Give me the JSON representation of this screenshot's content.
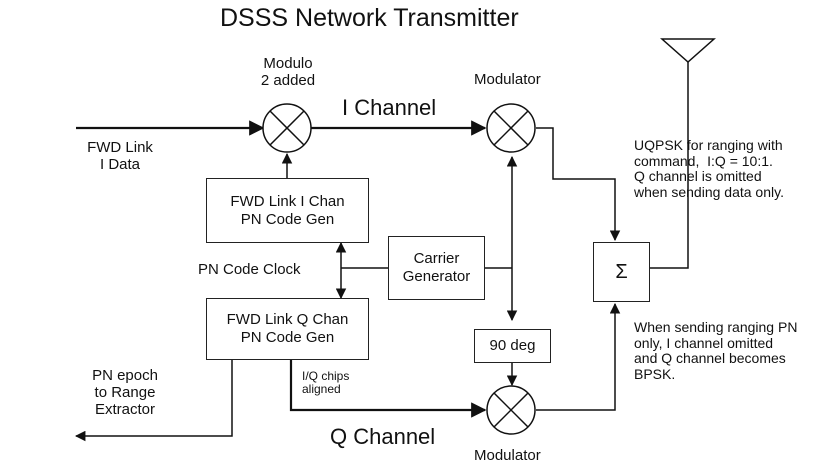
{
  "title": "DSSS Network Transmitter",
  "labels": {
    "modulo": "Modulo\n2 added",
    "modulator_top": "Modulator",
    "modulator_bottom": "Modulator",
    "i_channel": "I Channel",
    "q_channel": "Q Channel",
    "fwd_i_data": "FWD Link\nI Data",
    "pn_code_clock": "PN Code Clock",
    "pn_epoch": "PN epoch\nto Range\nExtractor",
    "iq_chips": "I/Q chips\naligned"
  },
  "blocks": {
    "i_pn_gen": "FWD Link I Chan\nPN Code Gen",
    "q_pn_gen": "FWD Link Q Chan\nPN Code Gen",
    "carrier": "Carrier\nGenerator",
    "phase_shift": "90 deg",
    "summer": "Σ"
  },
  "notes": {
    "uqpsk": "UQPSK for ranging with\ncommand,  I:Q = 10:1.\nQ channel is omitted\nwhen sending data only.",
    "bpsk": "When sending ranging PN\nonly, I channel omitted\nand Q channel becomes\nBPSK."
  }
}
